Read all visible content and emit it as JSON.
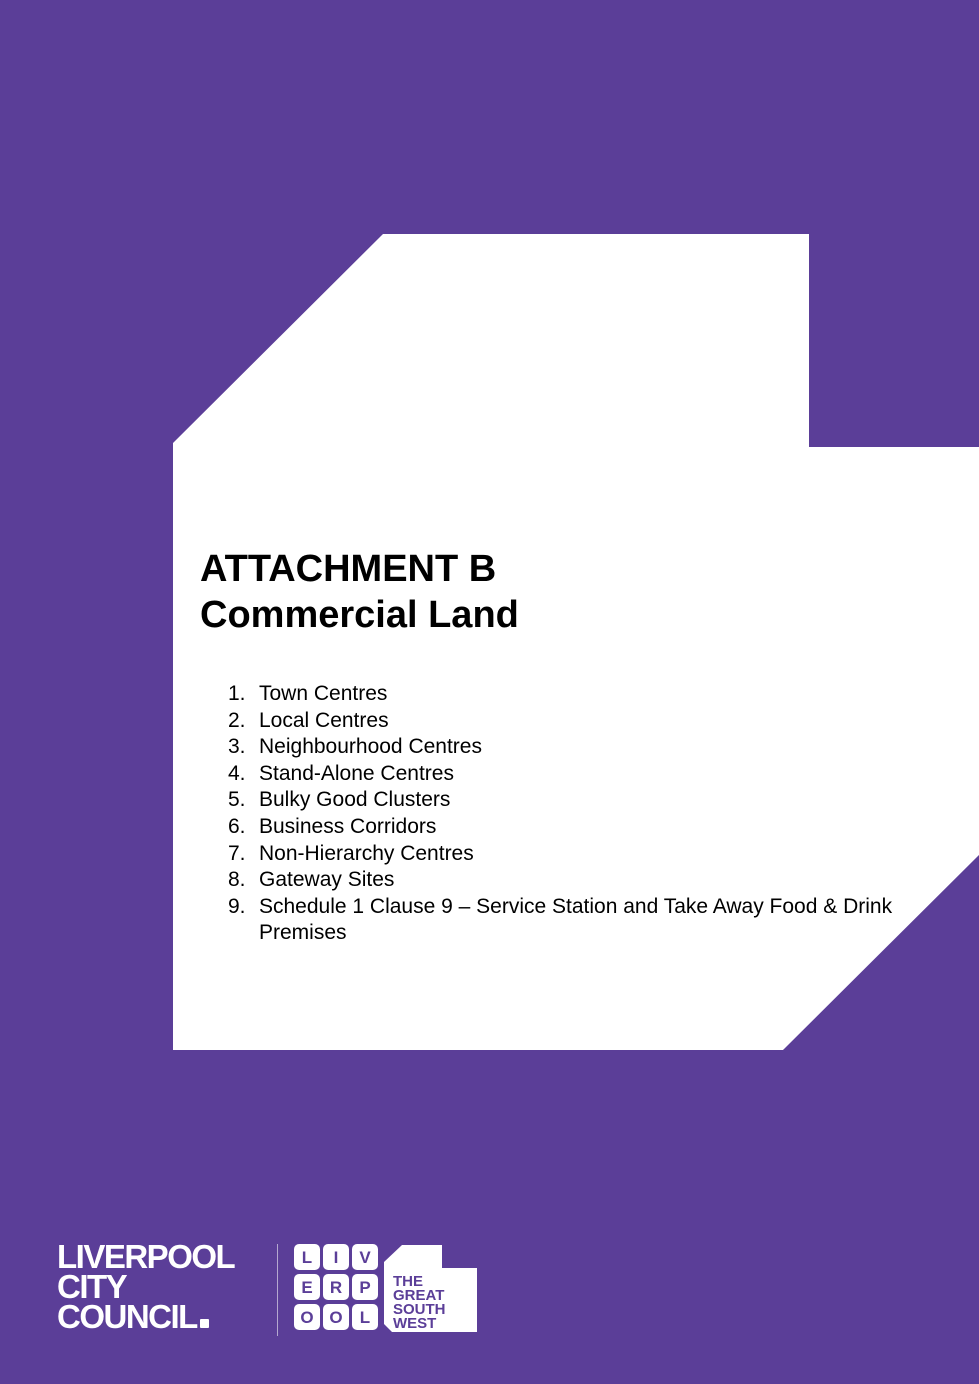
{
  "colors": {
    "background": "#5b3e98",
    "panel": "#ffffff",
    "text": "#000000"
  },
  "heading": {
    "line1": "ATTACHMENT B",
    "line2": "Commercial Land"
  },
  "items": [
    {
      "num": "1.",
      "text": "Town Centres"
    },
    {
      "num": "2.",
      "text": "Local Centres"
    },
    {
      "num": "3.",
      "text": "Neighbourhood Centres"
    },
    {
      "num": "4.",
      "text": "Stand-Alone Centres"
    },
    {
      "num": "5.",
      "text": "Bulky Good Clusters"
    },
    {
      "num": "6.",
      "text": "Business Corridors"
    },
    {
      "num": "7.",
      "text": "Non-Hierarchy Centres"
    },
    {
      "num": "8.",
      "text": "Gateway Sites"
    },
    {
      "num": "9.",
      "text": "Schedule 1 Clause 9 – Service Station and Take Away Food & Drink Premises"
    }
  ],
  "footer": {
    "council_logo": {
      "line1": "LIVERPOOL",
      "line2": "CITY",
      "line3": "COUNCIL"
    },
    "brand_logo": {
      "tiles": [
        "L",
        "I",
        "V",
        "E",
        "R",
        "P",
        "O",
        "O",
        "L"
      ],
      "tagline": [
        "THE",
        "GREAT",
        "SOUTH",
        "WEST"
      ]
    }
  }
}
